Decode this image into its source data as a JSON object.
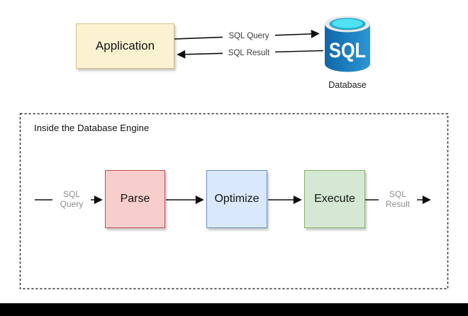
{
  "page": {
    "background": "#ffffff",
    "letterbox_color": "#000000"
  },
  "top_flow": {
    "application_label": "Application",
    "application_box": {
      "fill": "#FBF2D1",
      "border": "#D4C189"
    },
    "query_arrow_label": "SQL Query",
    "result_arrow_label": "SQL Result",
    "database": {
      "caption": "Database",
      "icon_text": "SQL",
      "icon_colors": {
        "body_left": "#1166A8",
        "body_right": "#2B97D4",
        "rim": "#E8E8E8",
        "ring": "#27A9CB",
        "top": "#4FE1F4",
        "text": "#FFFFFF"
      }
    }
  },
  "engine": {
    "title": "Inside the Database Engine",
    "input_label": {
      "line1": "SQL",
      "line2": "Query"
    },
    "output_label": {
      "line1": "SQL",
      "line2": "Result"
    },
    "stages": [
      {
        "label": "Parse",
        "fill": "#F8CECC",
        "border": "#B85450"
      },
      {
        "label": "Optimize",
        "fill": "#DAE8FC",
        "border": "#6C8EBF"
      },
      {
        "label": "Execute",
        "fill": "#D5E8D4",
        "border": "#82B366"
      }
    ]
  }
}
